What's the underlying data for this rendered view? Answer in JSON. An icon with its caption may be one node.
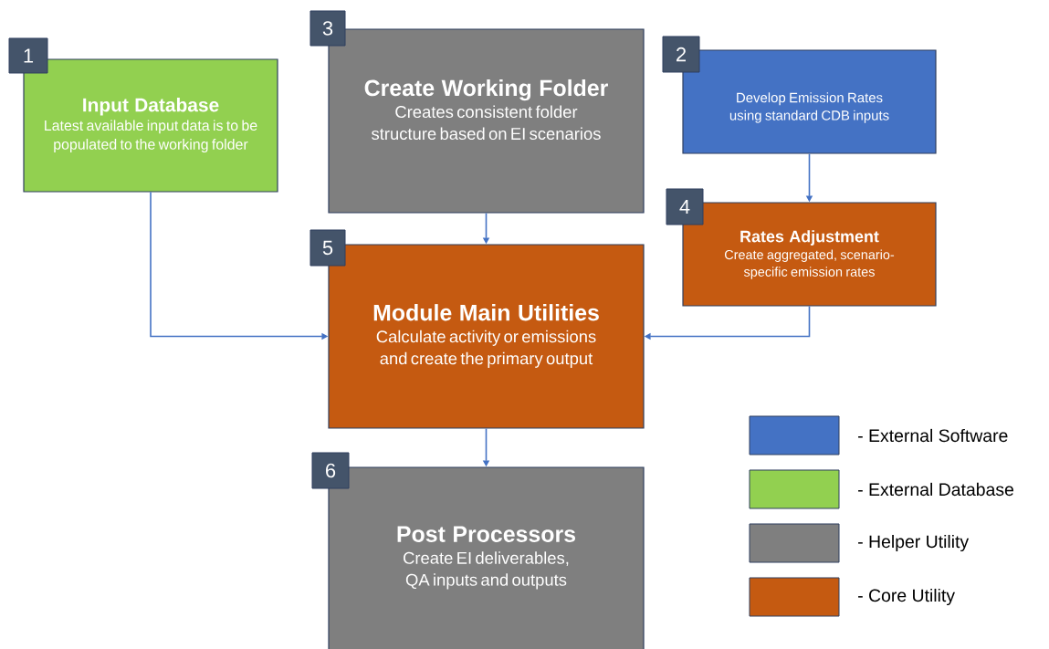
{
  "diagram": {
    "nodes": [
      {
        "text": [
          "Input Database",
          "Latest available input data is to be populated to the working folder"
        ]
      },
      {
        "text": [
          "Create Working Folder",
          "Creates consistent folder structure based on EI scenarios"
        ]
      },
      {
        "text": [
          "Develop Emission Rates using standard CDB inputs"
        ]
      },
      {
        "text": [
          "Rates Adjustment",
          "Create aggregated, scenario-specific emission rates"
        ]
      },
      {
        "text": [
          "Module Main Utilities",
          "Calculate activity or emissions and create the primary output"
        ]
      },
      {
        "text": [
          "Post Processors",
          "Create EI deliverables, QA inputs and outputs"
        ]
      },
      {
        "text": [
          "1"
        ]
      },
      {
        "text": [
          "3"
        ]
      },
      {
        "text": [
          "2"
        ]
      },
      {
        "text": [
          "4"
        ]
      },
      {
        "text": [
          "5"
        ]
      },
      {
        "text": [
          "6"
        ]
      }
    ],
    "edges": [
      {
        "from": 0,
        "to": 4,
        "arrow": "to"
      },
      {
        "from": 1,
        "to": 4,
        "arrow": "to"
      },
      {
        "from": 2,
        "to": 3,
        "arrow": "to"
      },
      {
        "from": 3,
        "to": 4,
        "arrow": "to"
      },
      {
        "from": 4,
        "to": 5,
        "arrow": "to"
      }
    ],
    "legend": [
      {
        "text": "- External Software",
        "color": "#4472c4"
      },
      {
        "text": "- External Database",
        "color": "#92d050"
      },
      {
        "text": "- Helper Utility",
        "color": "#7f7f7f"
      },
      {
        "text": "- Core Utility",
        "color": "#c55a11"
      }
    ]
  }
}
